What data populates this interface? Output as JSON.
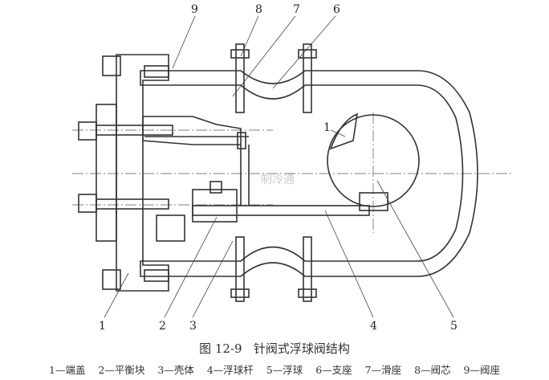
{
  "figure": {
    "caption_number": "图 12-9",
    "caption_title": "针阀式浮球阀结构",
    "callouts": {
      "c1": "1",
      "c2": "2",
      "c3": "3",
      "c4": "4",
      "c5": "5",
      "c6": "6",
      "c7": "7",
      "c8": "8",
      "c9": "9",
      "c1_inner": "1"
    },
    "legend": [
      "1—端盖",
      "2—平衡块",
      "3—壳体",
      "4—浮球杆",
      "5—浮球",
      "6—支座",
      "7—滑座",
      "8—阀芯",
      "9—阀座"
    ],
    "watermark": "制冷通"
  }
}
